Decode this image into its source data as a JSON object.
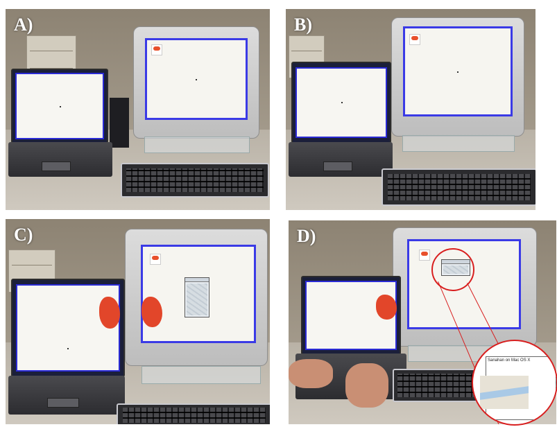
{
  "figure": {
    "panels": [
      {
        "label": "A)"
      },
      {
        "label": "B)"
      },
      {
        "label": "C)"
      },
      {
        "label": "D)"
      }
    ],
    "callout": {
      "title_text": "Sanahan on Mac OS X"
    },
    "colors": {
      "screen_border": "#3a3ae6",
      "highlight_red": "#d81e1e",
      "app_blob": "#e2462a"
    }
  }
}
